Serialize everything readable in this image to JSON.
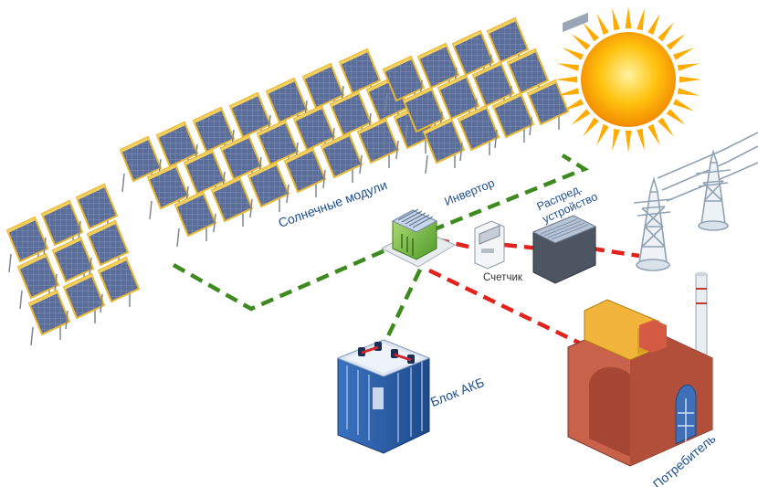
{
  "labels": {
    "solar_modules": "Солнечные модули",
    "inverter": "Инвертор",
    "distribution_line1": "Распред.",
    "distribution_line2": "устройство",
    "meter": "Счетчик",
    "battery": "Блок АКБ",
    "consumer": "Потребитель"
  },
  "colors": {
    "dc_link": "#3f8a1f",
    "ac_link": "#e0231c",
    "sun": "#ffb400",
    "panel_cell": "#5b6e9a",
    "panel_frame": "#e9b52e",
    "label_text": "#1f4e8c",
    "building_brick": "#c8624b",
    "building_roof": "#f0b53a",
    "battery_body": "#2b5ea8"
  },
  "icons": [
    "solar-panel-icon",
    "sun-icon",
    "inverter-icon",
    "meter-icon",
    "distribution-unit-icon",
    "power-tower-icon",
    "battery-icon",
    "factory-icon"
  ]
}
